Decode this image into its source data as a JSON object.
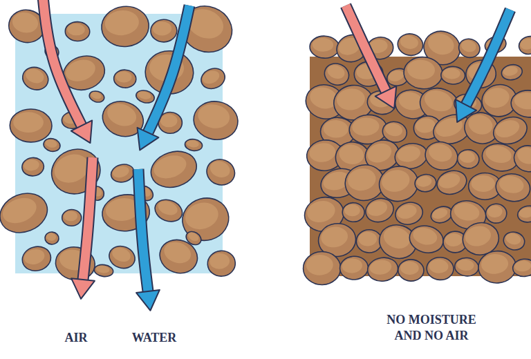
{
  "diagram": {
    "labels": [
      "AIR",
      "WATER",
      "NO MOISTURE AND NO AIR"
    ]
  }
}
